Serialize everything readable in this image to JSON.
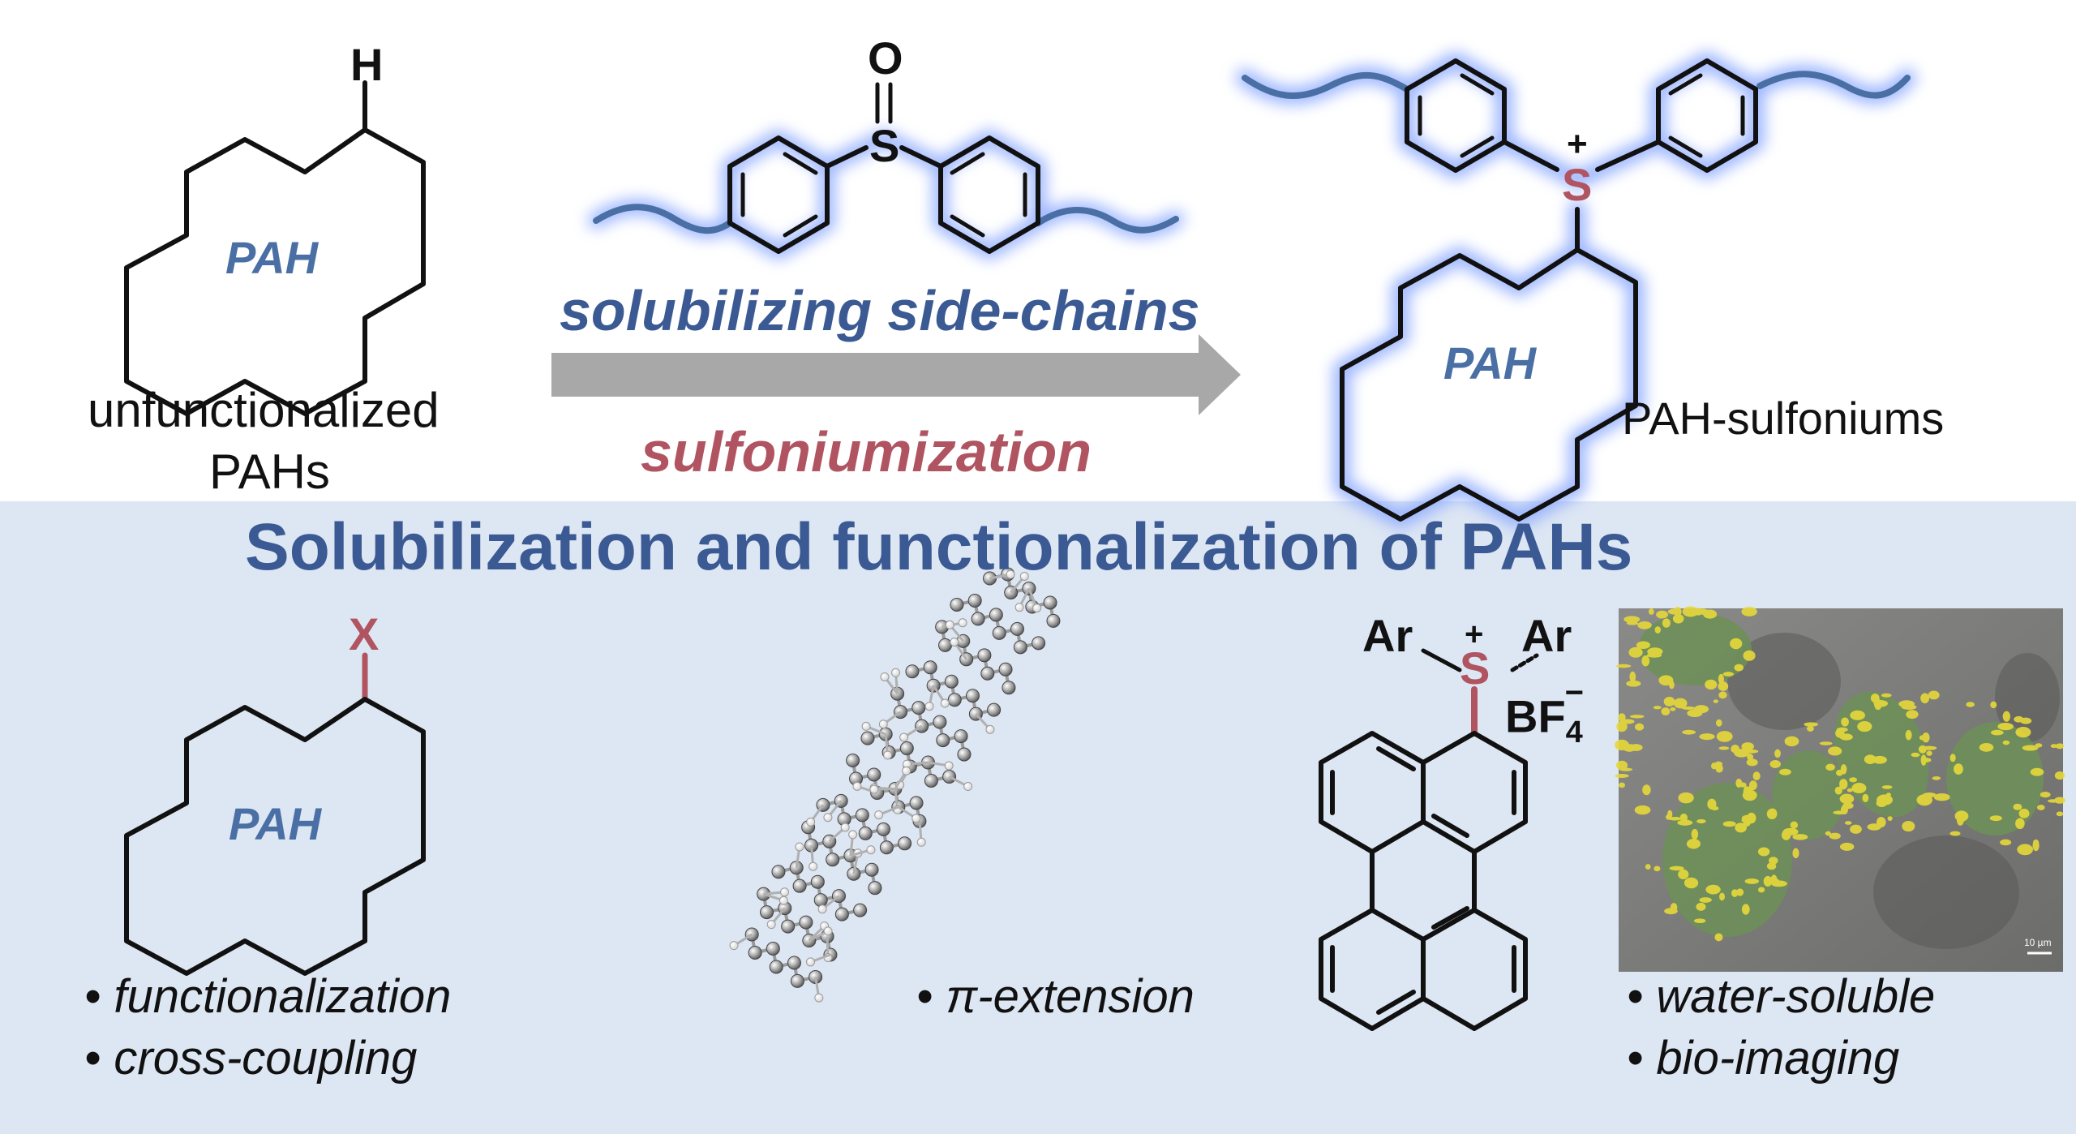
{
  "top": {
    "left_h_atom": "H",
    "left_pah_label": "PAH",
    "left_caption_line1": "unfunctionalized",
    "left_caption_line2": "PAHs",
    "reagent_o_atom": "O",
    "reagent_s_atom": "S",
    "side_chains_label": "solubilizing side-chains",
    "reaction_label": "sulfoniumization",
    "product_charge": "+",
    "product_s_atom": "S",
    "product_pah_label": "PAH",
    "product_caption": "PAH-sulfoniums"
  },
  "bottom": {
    "title": "Solubilization and functionalization of PAHs",
    "panel1": {
      "x_atom": "X",
      "pah_label": "PAH",
      "bullets": [
        "• functionalization",
        "• cross-coupling"
      ]
    },
    "panel2": {
      "bullets": [
        "• π-extension"
      ]
    },
    "panel3": {
      "ar_left": "Ar",
      "ar_right": "Ar",
      "charge_plus": "+",
      "s_atom": "S",
      "counterion": "BF",
      "counterion_sub": "4",
      "counterion_charge": "−"
    },
    "panel4": {
      "scale_bar_label": "10 µm",
      "bullets": [
        "• water-soluble",
        "• bio-imaging"
      ]
    }
  },
  "colors": {
    "bottom_panel_bg": "#dde6f3",
    "side_chain_blue": "#4a6fa5",
    "title_blue": "#3b5a93",
    "sulfur_red": "#b05461",
    "arrow_gray": "#a8a8a8",
    "glow": "#8aa8ff"
  }
}
